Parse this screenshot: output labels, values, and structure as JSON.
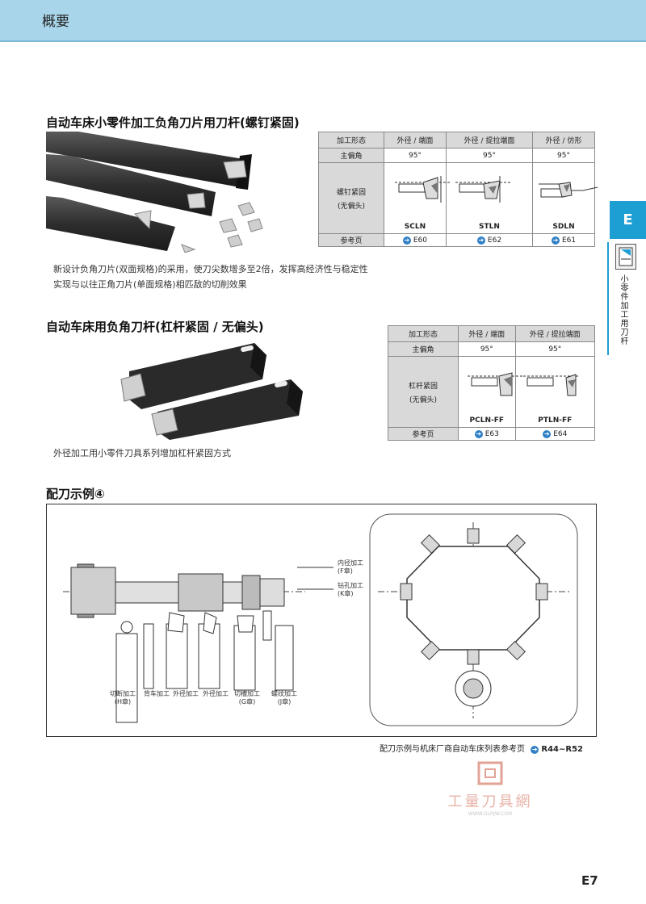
{
  "header": {
    "title": "概要"
  },
  "section1": {
    "title": "自动车床小零件加工负角刀片用刀杆(螺钉紧固)",
    "desc_lines": [
      "新设计负角刀片(双面规格)的采用，使刀尖数增多至2倍，发挥高经济性与稳定性",
      "实现与以往正角刀片(单面规格)相匹敌的切削效果"
    ],
    "table": {
      "row_labels": [
        "加工形态",
        "主偏角",
        "螺钉紧固",
        "(无偏头)",
        "参考页"
      ],
      "columns": [
        {
          "form": "外径 / 端面",
          "angle": "95°",
          "name": "SCLN",
          "page": "E60"
        },
        {
          "form": "外径 / 提拉端面",
          "angle": "95°",
          "name": "STLN",
          "page": "E62"
        },
        {
          "form": "外径 / 仿形",
          "angle": "95°",
          "name": "SDLN",
          "page": "E61"
        }
      ]
    }
  },
  "section2": {
    "title": "自动车床用负角刀杆(杠杆紧固 / 无偏头)",
    "desc": "外径加工用小零件刀具系列增加杠杆紧固方式",
    "table": {
      "row_labels": [
        "加工形态",
        "主偏角",
        "杠杆紧固",
        "(无偏头)",
        "参考页"
      ],
      "columns": [
        {
          "form": "外径 / 端面",
          "angle": "95°",
          "name": "PCLN-FF",
          "page": "E63"
        },
        {
          "form": "外径 / 提拉端面",
          "angle": "95°",
          "name": "PTLN-FF",
          "page": "E64"
        }
      ]
    }
  },
  "section3": {
    "title": "配刀示例④",
    "labels": {
      "inner": "内径加工",
      "inner_ch": "(F章)",
      "drill": "钻孔加工",
      "drill_ch": "(K章)",
      "cutoff": "切断加工",
      "cutoff_ch": "(H章)",
      "back": "背车加工",
      "od1": "外径加工",
      "od2": "外径加工",
      "groove": "切槽加工",
      "groove_ch": "(G章)",
      "thread": "螺纹加工",
      "thread_ch": "(J章)"
    }
  },
  "footer": {
    "ref_text": "配刀示例与机床厂商自动车床列表参考页",
    "ref_pages": "R44~R52"
  },
  "side": {
    "letter": "E",
    "chapter": "小零件加工用刀杆"
  },
  "watermark": {
    "name": "工量刀具網",
    "url": "WWW.GLRJW.COM"
  },
  "page_number": "E7",
  "colors": {
    "header_bg": "#a9d5ea",
    "accent": "#1e9fd3",
    "link_icon": "#2f7fc6"
  }
}
